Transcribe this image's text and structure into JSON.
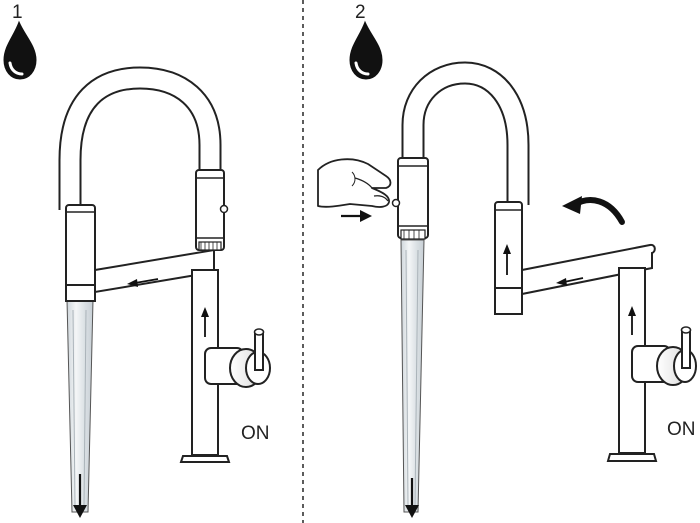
{
  "steps": [
    {
      "number": "1",
      "state_label": "ON"
    },
    {
      "number": "2",
      "state_label": "ON"
    }
  ],
  "icons": {
    "drop": "water-drop-icon",
    "flow_arrow": "arrow-icon",
    "rotate_arrow": "curved-rotate-arrow-icon",
    "hand": "hand-pressing-button-icon"
  },
  "colors": {
    "outline": "#222222",
    "fill": "#ffffff",
    "water": "#dfe6ea"
  }
}
